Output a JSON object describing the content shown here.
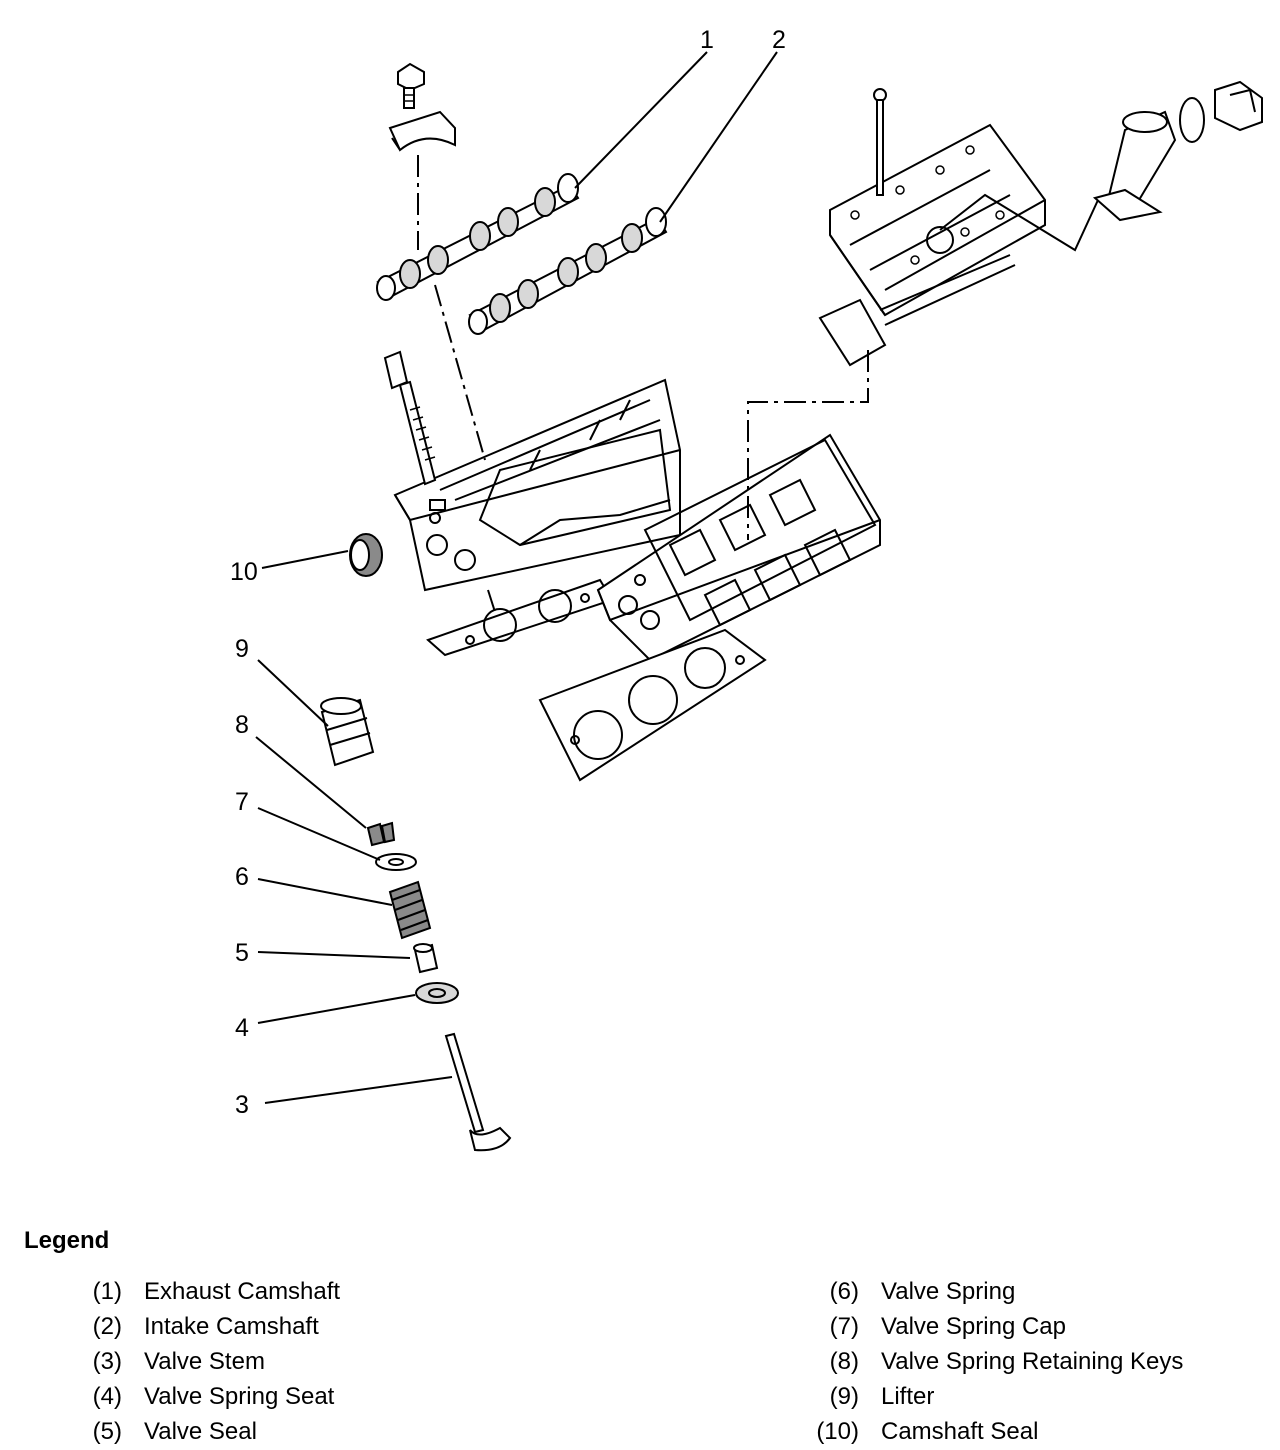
{
  "callouts": [
    "1",
    "2",
    "3",
    "4",
    "5",
    "6",
    "7",
    "8",
    "9",
    "10"
  ],
  "legend": {
    "title": "Legend",
    "items": [
      {
        "num": "(1)",
        "label": "Exhaust Camshaft"
      },
      {
        "num": "(2)",
        "label": "Intake Camshaft"
      },
      {
        "num": "(3)",
        "label": "Valve Stem"
      },
      {
        "num": "(4)",
        "label": "Valve Spring Seat"
      },
      {
        "num": "(5)",
        "label": "Valve Seal"
      },
      {
        "num": "(6)",
        "label": "Valve Spring"
      },
      {
        "num": "(7)",
        "label": "Valve Spring Cap"
      },
      {
        "num": "(8)",
        "label": "Valve Spring Retaining Keys"
      },
      {
        "num": "(9)",
        "label": "Lifter"
      },
      {
        "num": "(10)",
        "label": "Camshaft Seal"
      }
    ]
  }
}
